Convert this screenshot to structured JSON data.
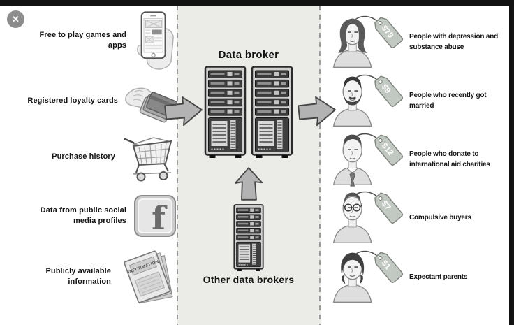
{
  "window": {
    "close_glyph": "✕"
  },
  "colors": {
    "overlay_bar": "#121212",
    "panel_background": "#ebebe8"
  },
  "diagram": {
    "sources": [
      {
        "label": "Free to play games and apps",
        "icon": "smartphone-in-hand"
      },
      {
        "label": "Registered loyalty cards",
        "icon": "loyalty-cards-in-hand"
      },
      {
        "label": "Purchase history",
        "icon": "shopping-cart"
      },
      {
        "label": "Data from public social media profiles",
        "icon": "facebook-logo",
        "glyph": "f"
      },
      {
        "label": "Publicly available information",
        "icon": "information-documents",
        "doc_label": "INFORMATION"
      }
    ],
    "broker": {
      "title": "Data broker",
      "icon": "server-racks"
    },
    "other_brokers": {
      "title": "Other data brokers",
      "icon": "server-rack"
    },
    "segments": [
      {
        "label": "People with depression and substance abuse",
        "price": "$79",
        "icon": "woman-long-hair"
      },
      {
        "label": "People who recently got married",
        "price": "$9",
        "icon": "man-with-beard"
      },
      {
        "label": "People who donate to international aid charities",
        "price": "$12",
        "icon": "man-with-tie"
      },
      {
        "label": "Compulsive buyers",
        "price": "$7",
        "icon": "man-with-glasses"
      },
      {
        "label": "Expectant parents",
        "price": "$1",
        "icon": "woman-short-hair"
      }
    ]
  }
}
